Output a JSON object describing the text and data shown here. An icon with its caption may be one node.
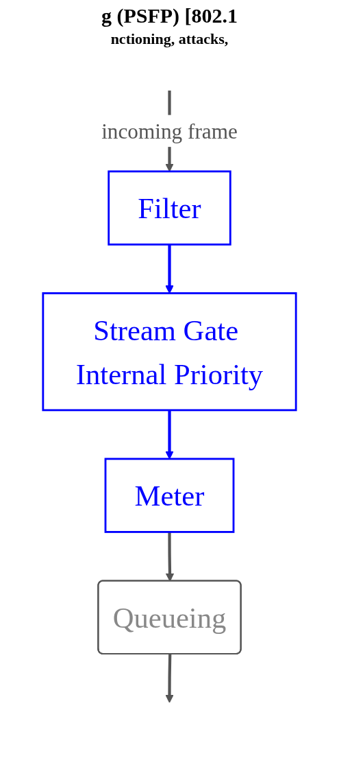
{
  "diagram": {
    "title": "g (PSFP) [802.1",
    "nodes": [
      {
        "text": [
          "Filter"
        ]
      },
      {
        "text": [
          "Stream Gate Internal Priority"
        ]
      },
      {
        "text": [
          "Meter"
        ]
      },
      {
        "text": [
          "Queueing"
        ]
      }
    ],
    "edges": [
      {
        "from": null,
        "to": 0,
        "arrow": "to",
        "label": "incoming frame"
      },
      {
        "from": 0,
        "to": 1,
        "arrow": "to",
        "color": "#0000ff"
      },
      {
        "from": 1,
        "to": 2,
        "arrow": "to",
        "color": "#0000ff"
      },
      {
        "from": 2,
        "to": 3,
        "arrow": "to"
      },
      {
        "from": 3,
        "to": null,
        "arrow": "to"
      }
    ],
    "labels": [
      "nctioning, attacks,"
    ]
  }
}
